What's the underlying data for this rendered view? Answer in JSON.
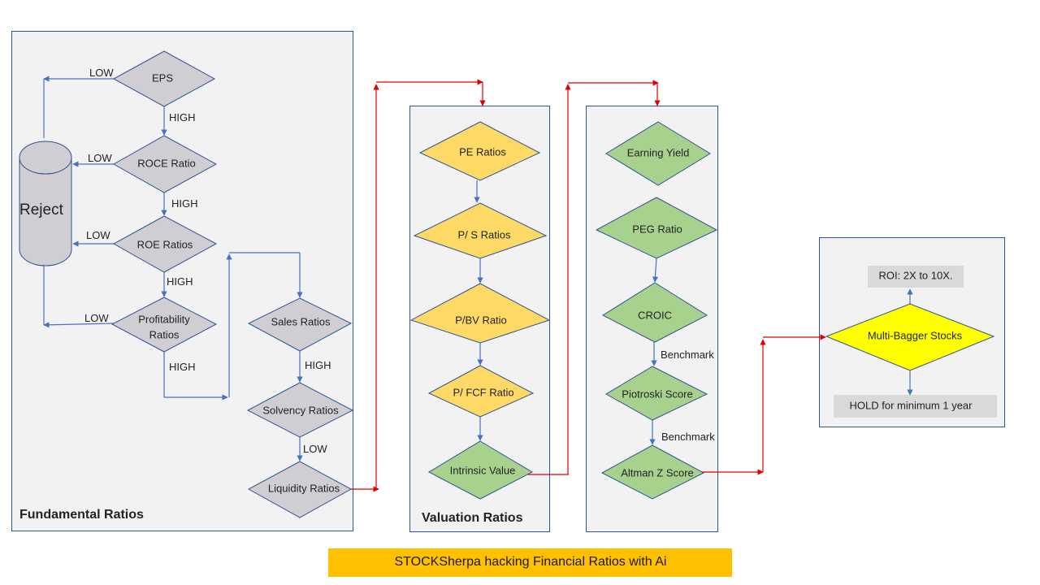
{
  "colors": {
    "panel_fill": "#f2f2f2",
    "panel_border": "#2f5597",
    "gray_node": "#d0ced2",
    "yellow_node": "#ffd966",
    "green_node": "#a9d18e",
    "bright_yellow_node": "#ffff00",
    "blue_arrow": "#4472c4",
    "red_arrow": "#e00000",
    "banner": "#ffc000"
  },
  "panels": {
    "fundamental": "Fundamental  Ratios",
    "valuation": "Valuation Ratios"
  },
  "reject": "Reject",
  "fundamental_nodes": {
    "eps": "EPS",
    "roce": "ROCE Ratio",
    "roe": "ROE Ratios",
    "profitability_line1": "Profitability",
    "profitability_line2": "Ratios",
    "sales": "Sales  Ratios",
    "solvency": "Solvency  Ratios",
    "liquidity": "Liquidity Ratios"
  },
  "edge_labels": {
    "low": "LOW",
    "high": "HIGH",
    "benchmark": "Benchmark"
  },
  "valuation_nodes": {
    "pe": "PE Ratios",
    "ps": "P/ S Ratios",
    "pbv": "P/BV Ratio",
    "pfcf": "P/ FCF Ratio",
    "intrinsic": "Intrinsic Value"
  },
  "quality_nodes": {
    "earning_yield": "Earning Yield",
    "peg": "PEG Ratio",
    "croic": "CROIC",
    "piotroski": "Piotroski Score",
    "altman": "Altman Z Score"
  },
  "result": {
    "roi": "ROI: 2X to 10X.",
    "multibagger": "Multi-Bagger Stocks",
    "hold": "HOLD for minimum  1 year"
  },
  "banner": "STOCKSherpa  hacking Financial Ratios with  Ai"
}
